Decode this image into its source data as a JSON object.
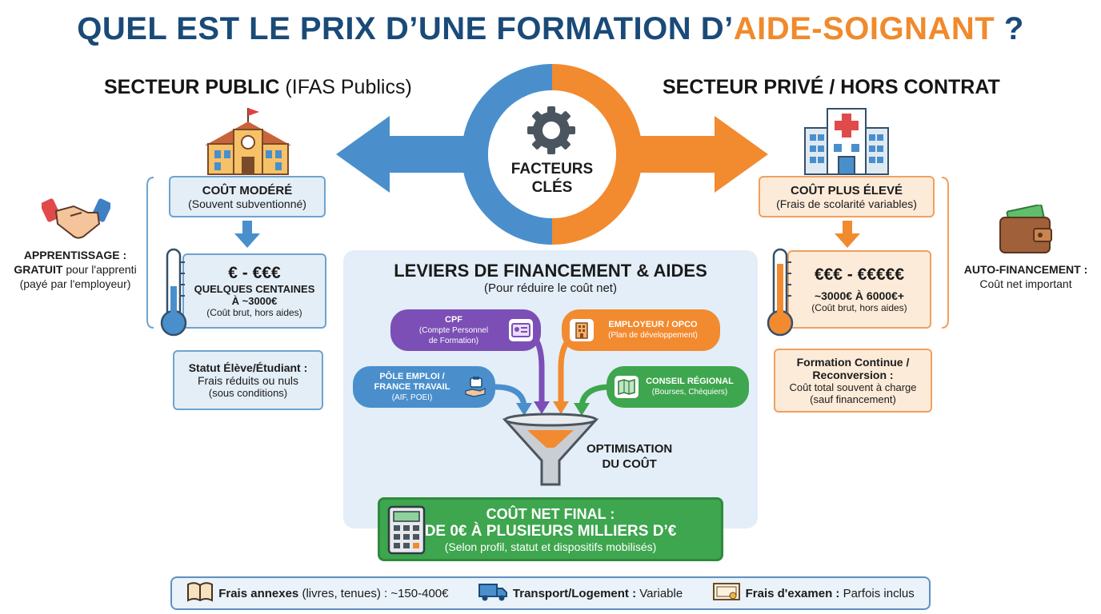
{
  "title": {
    "main": "QUEL EST LE PRIX D’UNE FORMATION D’",
    "accent": "AIDE-SOIGNANT",
    "end": " ?"
  },
  "public": {
    "title": "SECTEUR PUBLIC",
    "title_light": "(IFAS Publics)",
    "cost_title": "COÛT MODÉRÉ",
    "cost_sub": "(Souvent subventionné)",
    "range": "€ - €€€",
    "amount1": "QUELQUES CENTAINES",
    "amount2": "À ~3000€",
    "amount_note": "(Coût brut, hors aides)",
    "status_title": "Statut Élève/Étudiant :",
    "status_l1": "Frais réduits ou nuls",
    "status_l2": "(sous conditions)",
    "side_l1": "APPRENTISSAGE :",
    "side_l2_bold": "GRATUIT",
    "side_l2": " pour l'apprenti",
    "side_l3": "(payé par l'employeur)"
  },
  "private": {
    "title": "SECTEUR PRIVÉ / HORS CONTRAT",
    "cost_title": "COÛT PLUS ÉLEVÉ",
    "cost_sub": "(Frais de scolarité variables)",
    "range": "€€€ - €€€€€",
    "amount1": "~3000€ À 6000€+",
    "amount_note": "(Coût brut, hors aides)",
    "status_title1": "Formation Continue /",
    "status_title2": "Reconversion :",
    "status_l1": "Coût total souvent à charge",
    "status_l2": "(sauf financement)",
    "side_l1": "AUTO-FINANCEMENT :",
    "side_l2": "Coût net important"
  },
  "center": {
    "label1": "FACTEURS",
    "label2": "CLÉS"
  },
  "levers": {
    "title": "LEVIERS DE FINANCEMENT & AIDES",
    "subtitle": "(Pour réduire le coût net)",
    "cpf_title": "CPF",
    "cpf_l1": "(Compte Personnel",
    "cpf_l2": "de Formation)",
    "emp_title": "EMPLOYEUR / OPCO",
    "emp_sub": "(Plan de développement)",
    "pe_title1": "PÔLE EMPLOI /",
    "pe_title2": "FRANCE TRAVAIL",
    "pe_sub": "(AIF, POEI)",
    "cr_title": "CONSEIL RÉGIONAL",
    "cr_sub": "(Bourses, Chèquiers)",
    "opt1": "OPTIMISATION",
    "opt2": "DU COÛT"
  },
  "final": {
    "l1": "COÛT NET FINAL :",
    "l2": "DE 0€ À PLUSIEURS MILLIERS D’€",
    "l3": "(Selon profil, statut et dispositifs mobilisés)"
  },
  "footer": {
    "f1_bold": "Frais annexes",
    "f1": " (livres, tenues) : ~150-400€",
    "f2_bold": "Transport/Logement :",
    "f2": " Variable",
    "f3_bold": "Frais d'examen :",
    "f3": " Parfois inclus"
  },
  "colors": {
    "blue": "#4a90c8",
    "orange": "#f28a30",
    "navy": "#1a4a78",
    "purple": "#7b4fb5",
    "green": "#3ea64e"
  }
}
